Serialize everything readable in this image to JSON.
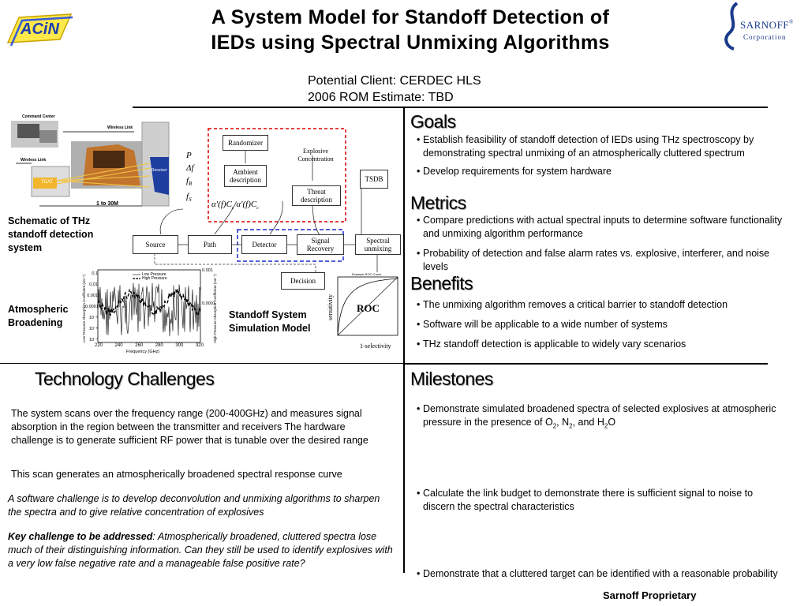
{
  "title": {
    "line1": "A System Model for Standoff Detection of",
    "line2": "IEDs using Spectral Unmixing Algorithms"
  },
  "client": {
    "line1": "Potential Client: CERDEC HLS",
    "line2": "2006 ROM Estimate: TBD"
  },
  "logos": {
    "acin": "ACiN",
    "sarnoff": "SARNOFF",
    "sarnoff_sub": "Corporation",
    "sarnoff_mark": "®"
  },
  "figures": {
    "schematic_caption": "Schematic of THz standoff detection system",
    "schematic": {
      "command_center": "Command Center",
      "wireless_link_top": "Wireless Link",
      "wireless_link_left": "Wireless Link",
      "receiver": "Receiver",
      "tcat": "TCAT",
      "range": "1 to 30M"
    },
    "broadening_caption": "Atmospheric Broadening",
    "broadening": {
      "legend_low": "Low Pressure",
      "legend_high": "High Pressure",
      "xlabel": "Frequency (GHz)",
      "xticks": [
        "220",
        "240",
        "260",
        "280",
        "300",
        "320"
      ],
      "ylabel_left": "Low Pressure Absorption Coefficient (cm⁻¹)",
      "ylabel_right": "High Pressure Absorption Coefficient (cm⁻¹)",
      "yticks_left": [
        "0.1",
        "0.01",
        "0.001",
        "0.0001",
        "10⁻⁵",
        "10⁻⁶",
        "10⁻⁷"
      ],
      "yticks_right": [
        "0.001",
        "0.0001"
      ]
    },
    "model_caption": "Standoff System Simulation Model",
    "model": {
      "randomizer": "Randomizer",
      "explosive": "Explosive Concentration",
      "tsdb": "TSDB",
      "ambient": "Ambient description",
      "threat": "Threat description",
      "source": "Source",
      "path": "Path",
      "detector": "Detector",
      "signal_recovery": "Signal Recovery",
      "spectral_unmixing": "Spectral unmixing",
      "decision": "Decision",
      "params": [
        "P",
        "Δf",
        "f",
        "f"
      ],
      "param_subs": [
        "",
        "",
        "R",
        "S"
      ],
      "roc": "ROC",
      "sensitivity": "sensitivity",
      "one_minus": "1-selectivity",
      "roc_small_title": "Example ROC Curve"
    }
  },
  "goals": {
    "heading": "Goals",
    "items": [
      "Establish feasibility of standoff detection of IEDs using THz spectroscopy by demonstrating spectral unmixing of an atmospherically cluttered spectrum",
      "Develop requirements for system hardware"
    ]
  },
  "metrics": {
    "heading": "Metrics",
    "items": [
      "Compare predictions with actual spectral inputs to determine software functionality and unmixing algorithm performance",
      "Probability of detection and false alarm rates vs. explosive, interferer, and noise levels"
    ]
  },
  "benefits": {
    "heading": "Benefits",
    "items": [
      "The unmixing algorithm removes a critical barrier to standoff detection",
      "Software will be applicable to a wide number of systems",
      "THz standoff detection is applicable to widely vary scenarios"
    ]
  },
  "tech": {
    "heading": "Technology Challenges",
    "p1": "The system scans over the frequency range (200-400GHz) and measures signal absorption in the region between the transmitter and receivers The hardware challenge is to generate sufficient RF power that is tunable over the desired range",
    "p2": "This scan generates an atmospherically broadened spectral response curve",
    "p3": "A software challenge is to develop deconvolution and unmixing algorithms to sharpen the spectra and to give relative concentration of explosives",
    "p4_bold": "Key challenge to be addressed",
    "p4_rest": ": Atmospherically broadened, cluttered spectra lose much of their distinguishing information. Can they still be used to identify explosives with a very low false negative rate and a manageable false positive rate?"
  },
  "milestones": {
    "heading": "Milestones",
    "m1_a": "Demonstrate simulated broadened spectra of selected explosives at atmospheric pressure in the presence of O",
    "m1_s1": "2",
    "m1_b": ", N",
    "m1_s2": "2",
    "m1_c": ", and H",
    "m1_s3": "2",
    "m1_d": "O",
    "m2": "Calculate the link budget to demonstrate there is sufficient signal to noise to discern the spectral characteristics",
    "m3": "Demonstrate that a cluttered target can be identified with a reasonable probability"
  },
  "footer": "Sarnoff Proprietary"
}
